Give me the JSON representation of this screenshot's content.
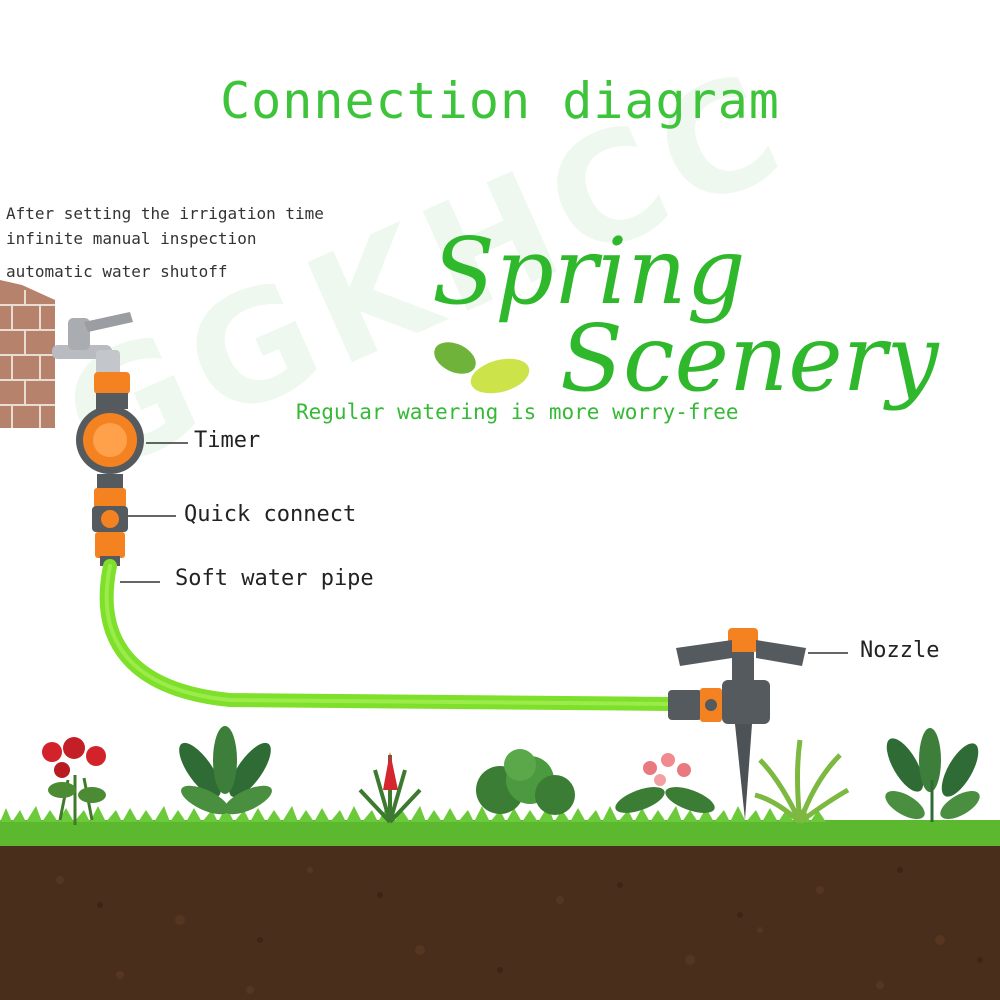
{
  "header": {
    "title": "Connection diagram"
  },
  "notes": [
    "After setting the irrigation time",
    "infinite manual inspection",
    "automatic water shutoff"
  ],
  "brand": {
    "line1": "Spring",
    "line2": "Scenery",
    "tagline": "Regular watering is more worry-free",
    "watermark": "GGKHCC"
  },
  "labels": {
    "timer": "Timer",
    "quick_connect": "Quick connect",
    "soft_water_pipe": "Soft water pipe",
    "nozzle": "Nozzle"
  },
  "colors": {
    "accent_green": "#3ec43a",
    "hose_green": "#7ee02a",
    "connector_orange": "#f58220",
    "connector_gray": "#555a5e",
    "soil": "#4a2e1c",
    "grass": "#5cb82e"
  }
}
